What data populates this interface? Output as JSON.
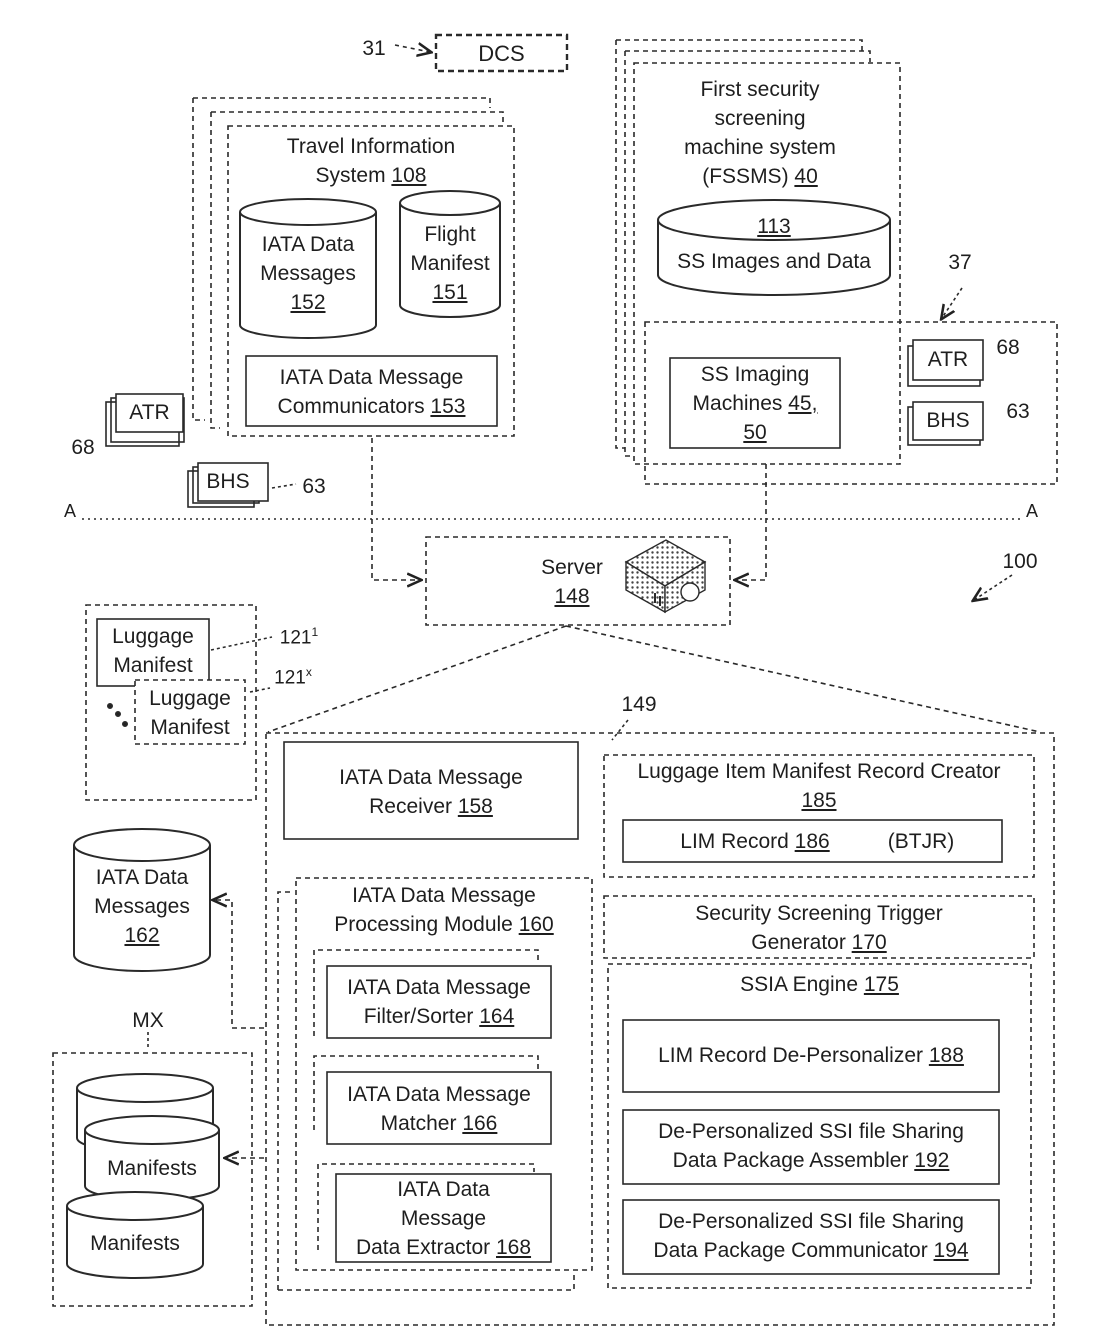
{
  "dcs": {
    "ref": "31",
    "label": "DCS"
  },
  "tis": {
    "title": "Travel Information\nSystem ",
    "num": "108"
  },
  "iata_msgs_152": {
    "label": "IATA Data\nMessages\n",
    "num": "152"
  },
  "flight_manifest": {
    "label": "Flight\nManifest\n",
    "num": "151"
  },
  "communicators": {
    "label": "IATA Data Message\nCommunicators ",
    "num": "153"
  },
  "atr_left": {
    "label": "ATR",
    "ref": "68"
  },
  "bhs_left": {
    "label": "BHS",
    "ref": "63"
  },
  "fssms": {
    "title": "First security\nscreening\nmachine system\n(FSSMS) ",
    "num": "40"
  },
  "ss_images": {
    "num": "113",
    "label": "SS Images and Data"
  },
  "ref_37": "37",
  "imaging": {
    "label": "SS Imaging\nMachines ",
    "num": "45,\n50"
  },
  "atr_right": {
    "label": "ATR",
    "ref": "68"
  },
  "bhs_right": {
    "label": "BHS",
    "ref": "63"
  },
  "line_a": {
    "left": "A",
    "right": "A"
  },
  "server": {
    "label": "Server\n",
    "num": "148"
  },
  "ref_100": "100",
  "luggage_1": {
    "label": "Luggage\nManifest",
    "ref": "121",
    "sup": "1"
  },
  "luggage_x": {
    "label": "Luggage\nManifest",
    "ref": "121",
    "sup": "x"
  },
  "ref_149": "149",
  "receiver": {
    "label": "IATA Data Message\nReceiver ",
    "num": "158"
  },
  "lim_creator": {
    "label": "Luggage Item Manifest Record Creator\n",
    "num": "185"
  },
  "lim_record": {
    "label": "LIM Record ",
    "num": "186",
    "extra": "(BTJR)"
  },
  "iata_msgs_162": {
    "label": "IATA Data\nMessages\n",
    "num": "162"
  },
  "processing": {
    "label": "IATA Data Message\nProcessing Module ",
    "num": "160"
  },
  "trigger": {
    "label": "Security Screening Trigger\nGenerator ",
    "num": "170"
  },
  "filter": {
    "label": "IATA Data Message\nFilter/Sorter ",
    "num": "164"
  },
  "ssia": {
    "label": "SSIA Engine ",
    "num": "175"
  },
  "depersonalizer": {
    "label": "LIM Record De-Personalizer ",
    "num": "188"
  },
  "mx": "MX",
  "matcher": {
    "label": "IATA Data Message\nMatcher ",
    "num": "166"
  },
  "assembler": {
    "label": "De-Personalized SSI file Sharing\nData Package Assembler ",
    "num": "192"
  },
  "manifests_1": "Manifests",
  "manifests_2": "Manifests",
  "extractor": {
    "label": "IATA Data\nMessage\nData Extractor ",
    "num": "168"
  },
  "communicator": {
    "label": "De-Personalized SSI file Sharing\nData Package Communicator ",
    "num": "194"
  }
}
